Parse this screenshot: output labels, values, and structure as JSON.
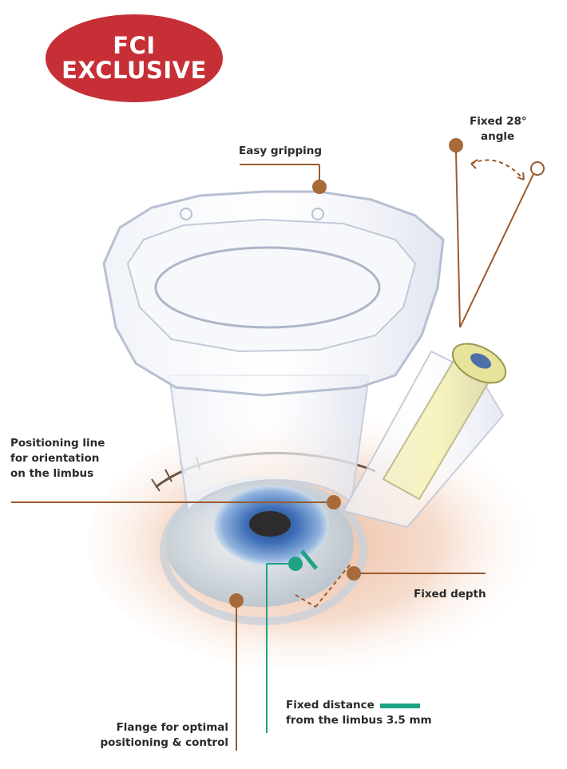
{
  "badge": {
    "line1": "FCI",
    "line2": "EXCLUSIVE"
  },
  "labels": {
    "easy_gripping": "Easy gripping",
    "fixed_angle_1": "Fixed 28°",
    "fixed_angle_2": "angle",
    "positioning_line_1": "Positioning line",
    "positioning_line_2": "for orientation",
    "positioning_line_3": "on the limbus",
    "fixed_depth": "Fixed depth",
    "fixed_distance_1": "Fixed distance",
    "fixed_distance_2": "from the limbus 3.5 mm",
    "flange_1": "Flange for optimal",
    "flange_2": "positioning & control"
  },
  "colors": {
    "badge": "#c62f36",
    "callout": "#9a5a2e",
    "callout_dot": "#a86a38",
    "distance_marker": "#1fa387",
    "text": "#2a2a2a"
  }
}
